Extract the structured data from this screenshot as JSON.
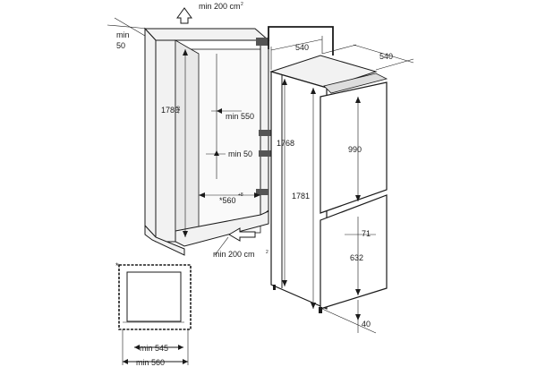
{
  "labels": {
    "top_vent": "min 200 cm",
    "top_vent_sup": "2",
    "bottom_vent": "min 200 cm",
    "bottom_vent_sup": "2",
    "top_gap": "min",
    "top_gap_val": "50",
    "niche_height": "1780",
    "niche_height_tol": "+10",
    "depth_min": "min 550",
    "back_gap": "min 50",
    "niche_width": "*560",
    "niche_width_tol": "+8",
    "appliance_depth": "540",
    "appliance_width": "540",
    "body_height": "1768",
    "total_height": "1781",
    "upper_door": "990",
    "lower_gap": "71",
    "lower_door": "632",
    "foot_gap": "40",
    "star_note": "*",
    "inset_min1": "min 545",
    "inset_min2": "min 560"
  }
}
